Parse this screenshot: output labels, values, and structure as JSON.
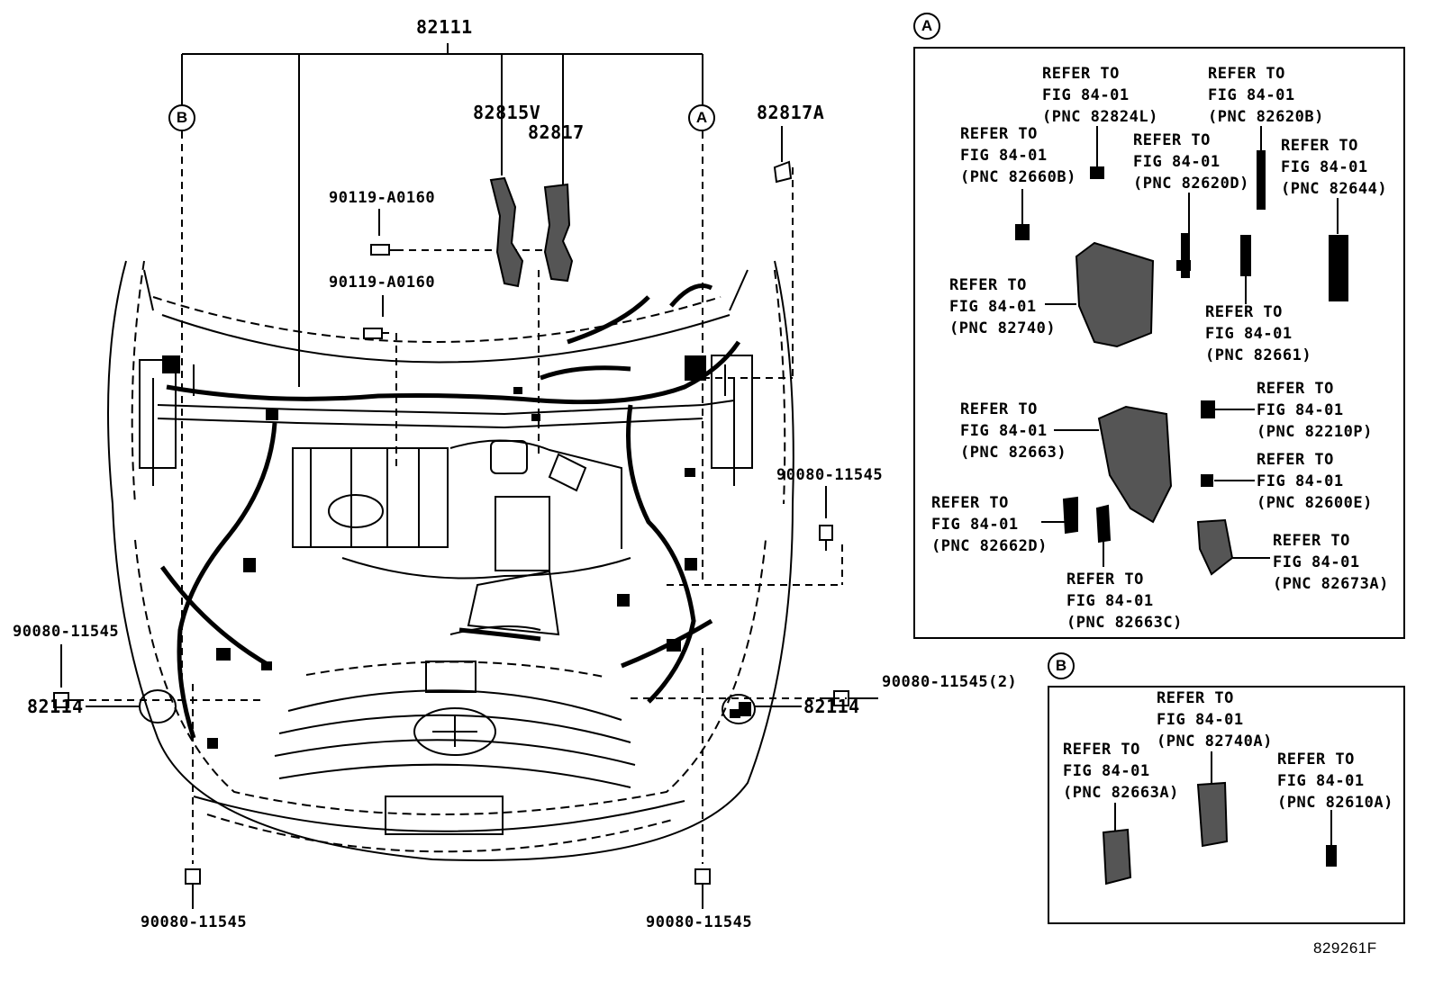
{
  "main_diagram": {
    "top_label": "82111",
    "marker_a": "A",
    "marker_b": "B",
    "labels": {
      "p82815v": "82815V",
      "p82817": "82817",
      "p82817a": "82817A",
      "bolt_upper": "90119-A0160",
      "bolt_lower": "90119-A0160",
      "right_bolt": "90080-11545",
      "left_bolt": "90080-11545",
      "left_clip": "82114",
      "right_clip": "82114",
      "right_side_bolt": "90080-11545(2)",
      "bottom_left_bolt": "90080-11545",
      "bottom_right_bolt": "90080-11545"
    }
  },
  "detail_a": {
    "marker": "A",
    "refs": [
      {
        "l1": "REFER TO",
        "l2": "FIG 84-01",
        "l3": "(PNC 82824L)"
      },
      {
        "l1": "REFER TO",
        "l2": "FIG 84-01",
        "l3": "(PNC 82620B)"
      },
      {
        "l1": "REFER TO",
        "l2": "FIG 84-01",
        "l3": "(PNC 82660B)"
      },
      {
        "l1": "REFER TO",
        "l2": "FIG 84-01",
        "l3": "(PNC 82620D)"
      },
      {
        "l1": "REFER TO",
        "l2": "FIG 84-01",
        "l3": "(PNC 82644)"
      },
      {
        "l1": "REFER TO",
        "l2": "FIG 84-01",
        "l3": "(PNC 82740)"
      },
      {
        "l1": "REFER TO",
        "l2": "FIG 84-01",
        "l3": "(PNC 82661)"
      },
      {
        "l1": "REFER TO",
        "l2": "FIG 84-01",
        "l3": "(PNC 82663)"
      },
      {
        "l1": "REFER TO",
        "l2": "FIG 84-01",
        "l3": "(PNC 82210P)"
      },
      {
        "l1": "REFER TO",
        "l2": "FIG 84-01",
        "l3": "(PNC 82600E)"
      },
      {
        "l1": "REFER TO",
        "l2": "FIG 84-01",
        "l3": "(PNC 82662D)"
      },
      {
        "l1": "REFER TO",
        "l2": "FIG 84-01",
        "l3": "(PNC 82673A)"
      },
      {
        "l1": "REFER TO",
        "l2": "FIG 84-01",
        "l3": "(PNC 82663C)"
      }
    ]
  },
  "detail_b": {
    "marker": "B",
    "refs": [
      {
        "l1": "REFER TO",
        "l2": "FIG 84-01",
        "l3": "(PNC 82740A)"
      },
      {
        "l1": "REFER TO",
        "l2": "FIG 84-01",
        "l3": "(PNC 82663A)"
      },
      {
        "l1": "REFER TO",
        "l2": "FIG 84-01",
        "l3": "(PNC 82610A)"
      }
    ]
  },
  "figure_code": "829261F"
}
